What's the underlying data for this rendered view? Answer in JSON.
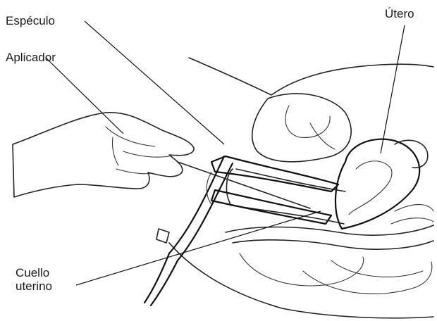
{
  "labels": {
    "speculum": "Espéculo",
    "applicator": "Aplicador",
    "uterus": "Útero",
    "cervix_line1": "Cuello",
    "cervix_line2": "uterino"
  },
  "colors": {
    "background": "#ffffff",
    "ink": "#222222"
  }
}
